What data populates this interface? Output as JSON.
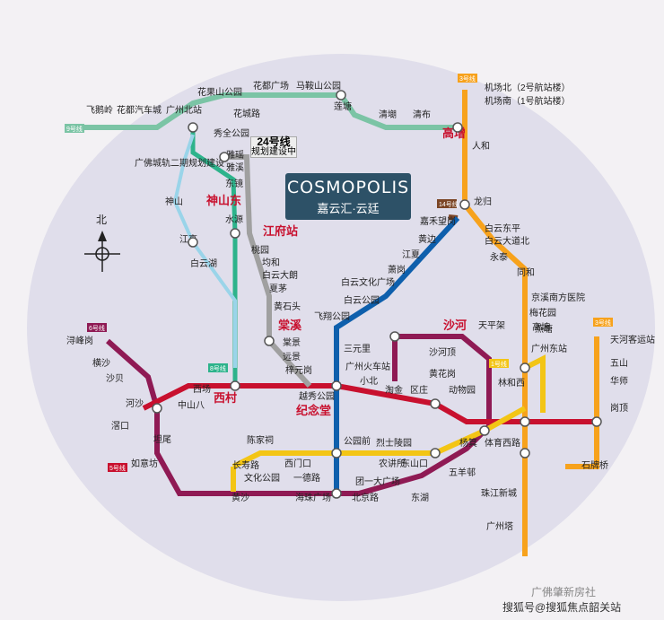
{
  "logo": {
    "brand": "COSMOPOLIS",
    "cn": "嘉云汇·云廷"
  },
  "line24": {
    "name": "24号线",
    "note": "规划建设中"
  },
  "compass": "北",
  "legend_tags": {
    "l9": "9号线",
    "l3": "3号线",
    "l14": "14号线",
    "l6": "6号线",
    "l8": "8号线",
    "l1": "1号线",
    "l5": "5号线",
    "l3b": "3号线"
  },
  "stations": {
    "feie": "飞鹅岭",
    "huadu_car": "花都汽车城",
    "gz_north": "广州北站",
    "hg_park": "花果山公园",
    "hd_square": "花都广场",
    "mas_park": "马鞍山公园",
    "lian": "莲塘",
    "qingtang": "清㙟",
    "qingbu": "清布",
    "gaozeng": "高增",
    "t2": "机场北（2号航站楼）",
    "t1": "机场南（1号航站楼）",
    "renhe": "人和",
    "longgui": "龙归",
    "jiahe": "嘉禾望岗",
    "bynp": "白云东平",
    "byd": "白云大道北",
    "yongtai": "永泰",
    "tonghe": "同和",
    "jxnd": "京溪南方医院",
    "meihua": "梅花园",
    "gaotang": "高塘",
    "huacheng": "花城路",
    "xjpark": "秀全公园",
    "yayao": "雅瑶",
    "yaxi": "雅溪",
    "dongjing": "东镜",
    "shs": "神山东",
    "shuiyuan": "水源",
    "jfz": "江府站",
    "taoyuan": "桃园",
    "junhe": "均和",
    "byd_lang": "白云大朗",
    "xiamao": "夏茅",
    "hsht": "黄石头",
    "tangxi": "棠溪",
    "tanggeng": "棠景",
    "yuanjing": "远景",
    "zygang": "梓元岗",
    "shenshan": "神山",
    "jianggao": "江高",
    "byh": "白云湖",
    "gzcj": "广佛城轨二期规划建设",
    "huangbian": "黄边",
    "jiangxia": "江夏",
    "xiaogang": "萧岗",
    "bywh": "白云文化广场",
    "bypark": "白云公园",
    "feixiang": "飞翔公园",
    "sanyuanli": "三元里",
    "gzhcz": "广州火车站",
    "xiaobei": "小北",
    "taojin": "淘金",
    "ququ": "区庄",
    "dongwuyuan": "动物园",
    "shahe": "沙河",
    "shhed": "沙河顶",
    "hhg": "黄花岗",
    "tianpingjia": "天平架",
    "yantang": "燕塘",
    "gzdz": "广州东站",
    "linhexi": "林和西",
    "tianhekeyun": "天河客运站",
    "wushan": "五山",
    "huashi": "华师",
    "gangding": "岗顶",
    "shipaiqiao": "石牌桥",
    "xxgang": "浔峰岗",
    "hengsha": "横沙",
    "shabei": "沙贝",
    "hejiao": "河沙",
    "xichang": "西场",
    "zhongshan8": "中山八",
    "xicun": "西村",
    "ysgmt": "越秀公园",
    "jnt": "纪念堂",
    "gongyuanqian": "公园前",
    "lslingyuan": "烈士陵园",
    "yangji": "杨箕",
    "tiyuxilu": "体育西路",
    "kengkou": "滘口",
    "tanwei": "坦尾",
    "rulao": "如意坊",
    "chenjiaci": "陈家祠",
    "changshou": "长寿路",
    "ximenkou": "西门口",
    "wenhuapark": "文化公园",
    "yide": "一德路",
    "nongjiangsuo": "农讲所",
    "dongshankou": "东山口",
    "tyda": "团一大广场",
    "wuyangcun": "五羊邨",
    "zjxc": "珠江新城",
    "huangsha": "黄沙",
    "haizhu": "海珠广场",
    "beijinglu": "北京路",
    "dongshu": "东湖",
    "gzta": "广州塔"
  },
  "watermark": {
    "top": "广佛肇新房社",
    "bottom": "搜狐号@搜狐焦点韶关站"
  },
  "colors": {
    "l3": "#f7a21c",
    "l2": "#0e5fac",
    "l5": "#c8102e",
    "l6": "#8f1a54",
    "l8": "#2db38b",
    "l9": "#7bc4a5",
    "l1": "#f3c515",
    "l14": "#7b4525",
    "gfcj": "#9ad4e9"
  }
}
